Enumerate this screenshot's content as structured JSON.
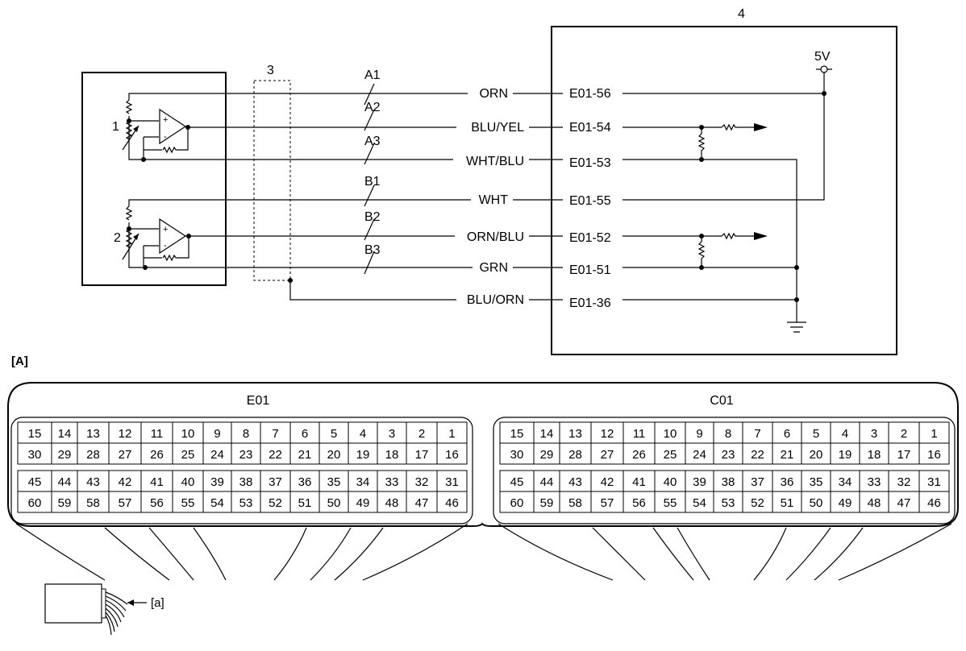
{
  "schematic": {
    "callouts": {
      "sensor_1": "1",
      "sensor_2": "2",
      "shield": "3",
      "ecu": "4"
    },
    "supply_label": "5V",
    "wires": [
      {
        "id": "A1",
        "color": "ORN",
        "pin": "E01-56"
      },
      {
        "id": "A2",
        "color": "BLU/YEL",
        "pin": "E01-54"
      },
      {
        "id": "A3",
        "color": "WHT/BLU",
        "pin": "E01-53"
      },
      {
        "id": "B1",
        "color": "WHT",
        "pin": "E01-55"
      },
      {
        "id": "B2",
        "color": "ORN/BLU",
        "pin": "E01-52"
      },
      {
        "id": "B3",
        "color": "GRN",
        "pin": "E01-51"
      },
      {
        "id": "",
        "color": "BLU/ORN",
        "pin": "E01-36"
      }
    ]
  },
  "connector": {
    "section_label": "[A]",
    "harness_label": "[a]",
    "blocks": [
      {
        "name": "E01"
      },
      {
        "name": "C01"
      }
    ],
    "row_top_1": [
      "15",
      "14",
      "13",
      "12",
      "11",
      "10",
      "9",
      "8",
      "7",
      "6",
      "5",
      "4",
      "3",
      "2",
      "1"
    ],
    "row_top_2": [
      "30",
      "29",
      "28",
      "27",
      "26",
      "25",
      "24",
      "23",
      "22",
      "21",
      "20",
      "19",
      "18",
      "17",
      "16"
    ],
    "row_bot_1": [
      "45",
      "44",
      "43",
      "42",
      "41",
      "40",
      "39",
      "38",
      "37",
      "36",
      "35",
      "34",
      "33",
      "32",
      "31"
    ],
    "row_bot_2": [
      "60",
      "59",
      "58",
      "57",
      "56",
      "55",
      "54",
      "53",
      "52",
      "51",
      "50",
      "49",
      "48",
      "47",
      "46"
    ]
  }
}
